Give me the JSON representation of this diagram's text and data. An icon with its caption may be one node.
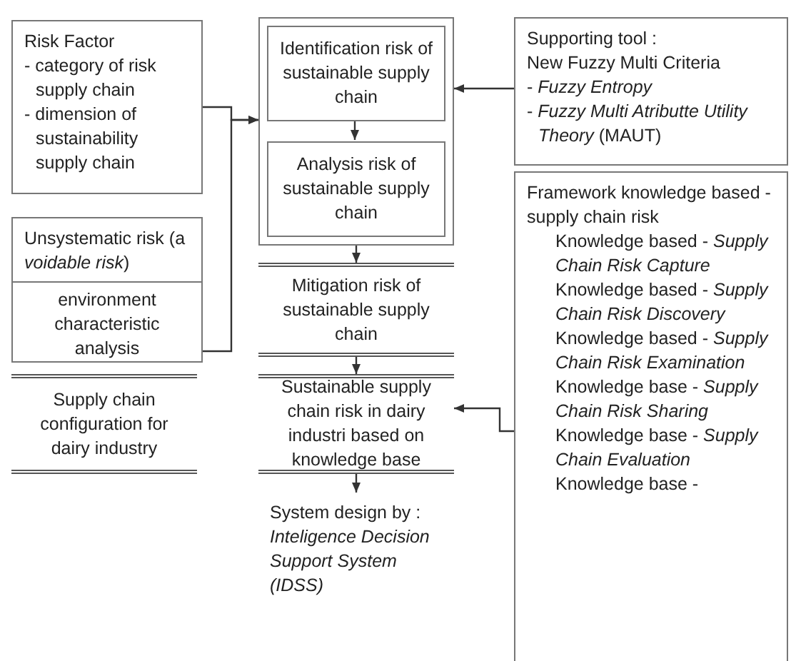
{
  "diagram": {
    "nodes": [
      {
        "text": [
          "Risk Factor",
          "- category of risk supply chain",
          "- dimension of sustainability supply chain"
        ]
      },
      {
        "text": [
          "Unsystematic risk (a *voidable risk*)",
          "environment characteristic analysis"
        ]
      },
      {
        "text": [
          "Supply chain configuration for dairy industry"
        ]
      },
      {
        "text": [],
        "shape": "box"
      },
      {
        "text": [
          "Identification risk of sustainable supply chain"
        ],
        "in": 3
      },
      {
        "text": [
          "Analysis risk of sustainable supply chain"
        ],
        "in": 3
      },
      {
        "text": [
          "Mitigation risk of sustainable supply chain"
        ]
      },
      {
        "text": [
          "Sustainable supply chain risk in dairy industri based on knowledge base"
        ]
      },
      {
        "text": [
          "System design by :",
          "Inteligence Decision Support System (IDSS)"
        ]
      },
      {
        "text": [
          "Supporting tool :",
          "New Fuzzy Multi Criteria",
          "- *Fuzzy Entropy*",
          "- *Fuzzy Multi Atributte Utility Theory* (MAUT)"
        ]
      },
      {
        "text": [
          "Framework knowledge based - supply chain risk",
          "Knowledge based - *Supply Chain Risk Capture*",
          "Knowledge based - *Supply Chain Risk Discovery*",
          "Knowledge based - *Supply Chain Risk Examination*",
          "Knowledge base - *Supply Chain Risk Sharing*",
          "Knowledge base - *Supply Chain Evaluation*",
          "Knowledge base -"
        ]
      }
    ],
    "edges": [
      {
        "from": 0,
        "to": 3,
        "arrow": "to"
      },
      {
        "from": 1,
        "to": 3,
        "arrow": "to"
      },
      {
        "from": 9,
        "to": 3,
        "arrow": "to"
      },
      {
        "from": 4,
        "to": 5,
        "arrow": "to"
      },
      {
        "from": 3,
        "to": 6,
        "arrow": "to"
      },
      {
        "from": 6,
        "to": 7,
        "arrow": "to"
      },
      {
        "from": 7,
        "to": 8,
        "arrow": "to"
      },
      {
        "from": 10,
        "to": 7,
        "arrow": "to"
      }
    ]
  }
}
